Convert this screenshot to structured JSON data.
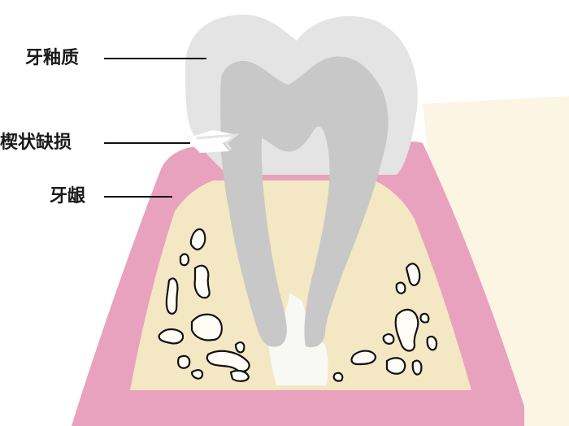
{
  "labels": {
    "enamel": "牙釉质",
    "wedge_defect": "楔状缺损",
    "gum": "牙龈"
  },
  "colors": {
    "background_cream": "#fcf5e4",
    "gum_pink": "#e9a2bd",
    "bone_beige": "#f4e7c3",
    "enamel_light_gray": "#e4e4e4",
    "dentin_gray": "#c8c8c8",
    "root_gap_white": "#f8f8f5",
    "outline": "#111111"
  }
}
